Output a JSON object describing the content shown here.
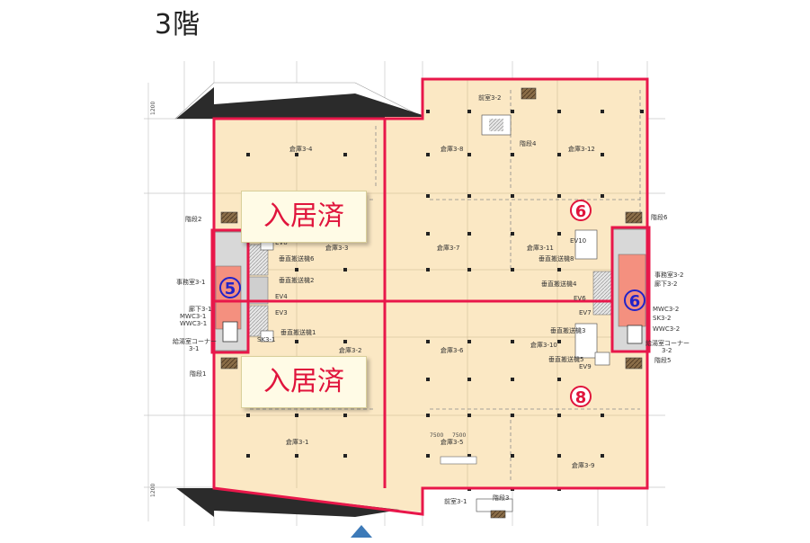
{
  "title": "3階",
  "badges": {
    "occupied_top": "入居済",
    "occupied_bottom": "入居済"
  },
  "unit_numbers": {
    "n5": "5",
    "n6_red": "6",
    "n6_blue": "6",
    "n8": "8"
  },
  "rooms": {
    "warehouse_3_1": "倉庫3-1",
    "warehouse_3_2": "倉庫3-2",
    "warehouse_3_3": "倉庫3-3",
    "warehouse_3_4": "倉庫3-4",
    "warehouse_3_5": "倉庫3-5",
    "warehouse_3_6": "倉庫3-6",
    "warehouse_3_7": "倉庫3-7",
    "warehouse_3_8": "倉庫3-8",
    "warehouse_3_9": "倉庫3-9",
    "warehouse_3_10": "倉庫3-10",
    "warehouse_3_11": "倉庫3-11",
    "warehouse_3_12": "倉庫3-12",
    "anteroom_3_1": "前室3-1",
    "anteroom_3_2": "前室3-2",
    "office_3_1": "事務室3-1",
    "office_3_2": "事務室3-2",
    "corridor_3_1": "廊下3-1",
    "corridor_3_2": "廊下3-2",
    "mwc_3_1": "MWC3-1",
    "wwc_3_1": "WWC3-1",
    "mwc_3_2": "MWC3-2",
    "wwc_3_2": "WWC3-2",
    "sk_3_1": "SK3-1",
    "sk_3_2": "SK3-2",
    "kyutou_3_1a": "給湯室コーナー",
    "kyutou_3_1b": "3-1",
    "kyutou_3_2a": "給湯室コーナー",
    "kyutou_3_2b": "3-2",
    "stairs_1": "階段1",
    "stairs_2": "階段2",
    "stairs_3": "階段3",
    "stairs_4": "階段4",
    "stairs_5": "階段5",
    "stairs_6": "階段6",
    "ev3": "EV3",
    "ev4": "EV4",
    "ev5": "EV5",
    "ev6": "EV6",
    "ev7": "EV7",
    "ev8": "EV8",
    "ev9": "EV9",
    "ev10": "EV10",
    "lift_2": "垂直搬送機2",
    "lift_4": "垂直搬送機4",
    "lift_6": "垂直搬送機6",
    "lift_8": "垂直搬送機8",
    "lift_1": "垂直搬送機1",
    "lift_3": "垂直搬送機3",
    "lift_5": "垂直搬送機5"
  },
  "dimensions": {
    "dim_top": "1200",
    "dim_bottom": "1200",
    "span_a": "7500",
    "span_b": "7500"
  },
  "colors": {
    "outline": "#e8174a",
    "fill": "#fbe8c4",
    "core": "#f4907f",
    "badge_text": "#e0143c",
    "circle_blue": "#2323c8"
  }
}
